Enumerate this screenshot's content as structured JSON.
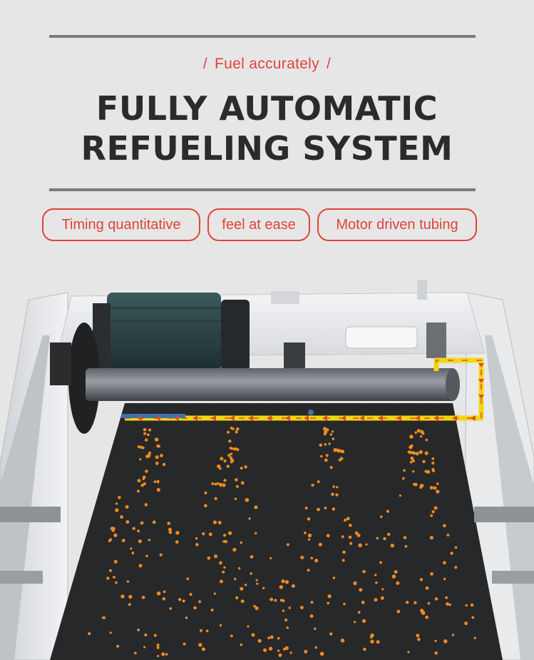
{
  "header": {
    "kicker": "Fuel accurately",
    "slash_left": "/",
    "slash_right": "/",
    "title_line1": "FULLY AUTOMATIC",
    "title_line2": "REFUELING SYSTEM"
  },
  "features": [
    {
      "label": "Timing quantitative"
    },
    {
      "label": "feel at ease"
    },
    {
      "label": "Motor driven tubing"
    }
  ],
  "colors": {
    "accent": "#e0433a",
    "title": "#2b2b2b",
    "rule": "#7a7a7a",
    "tube": "#f2d60f",
    "arrow": "#e24a2a",
    "droplet": "#f08a1e",
    "belt": "#26282a"
  },
  "illustration": {
    "icon": "treadmill-motor-lubrication-illustration"
  }
}
